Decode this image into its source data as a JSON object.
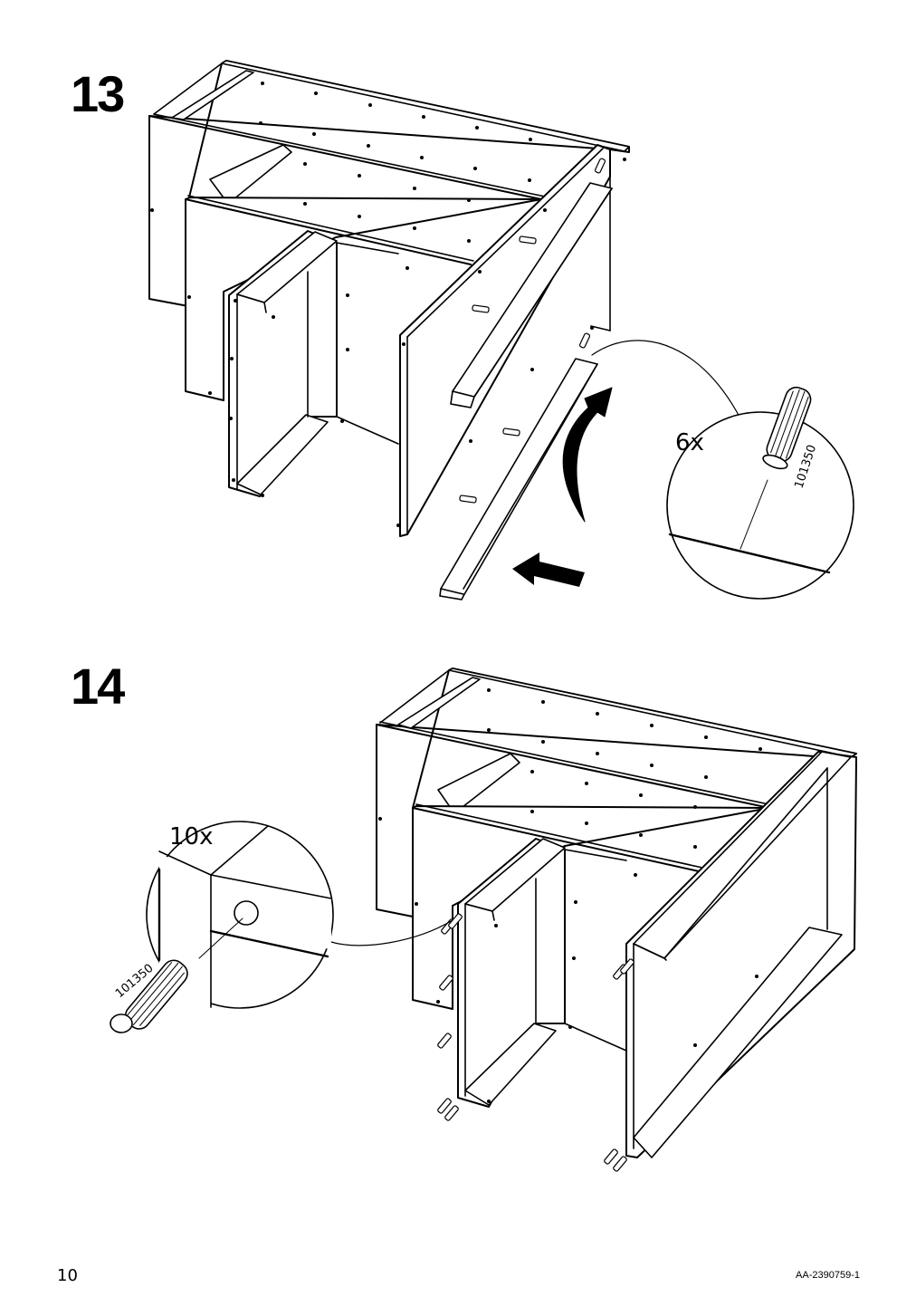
{
  "steps": [
    {
      "number": "13",
      "callout_qty": "6x",
      "part_no": "101350"
    },
    {
      "number": "14",
      "callout_qty": "10x",
      "part_no": "101350"
    }
  ],
  "footer": {
    "page_number": "10",
    "doc_code": "AA-2390759-1"
  }
}
